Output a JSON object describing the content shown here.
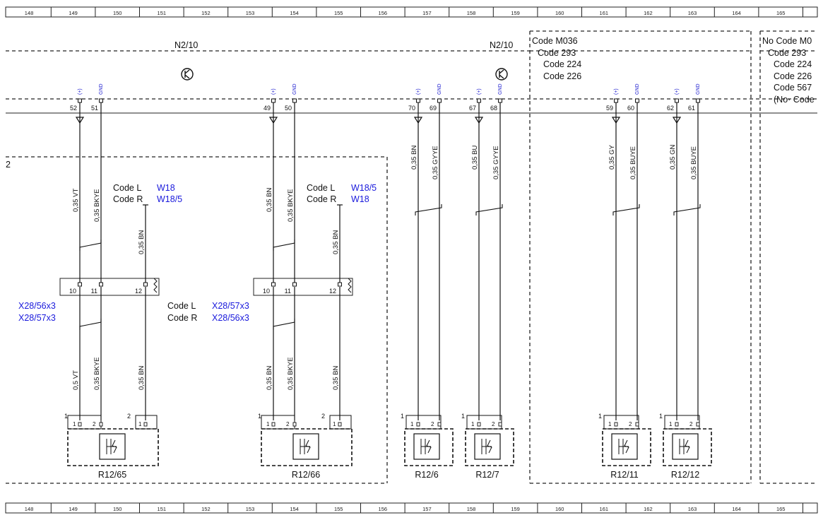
{
  "ruler": [
    "148",
    "149",
    "150",
    "151",
    "152",
    "153",
    "154",
    "155",
    "156",
    "157",
    "158",
    "159",
    "160",
    "161",
    "162",
    "163",
    "164",
    "165"
  ],
  "labels": {
    "n2_10": "N2/10",
    "code_m036": "Code M036",
    "no_code_m0": "No Code M0",
    "code_293": "Code 293",
    "code_224": "Code 224",
    "code_226": "Code 226",
    "code_567": "Code 567",
    "no_code_frag": "(No· Code",
    "code_l": "Code L",
    "code_r": "Code R",
    "w18": "W18",
    "w18_5": "W18/5",
    "x28_56x3": "X28/56x3",
    "x28_57x3": "X28/57x3",
    "frag_2": "2"
  },
  "signals": {
    "plus": "(+)",
    "gnd": "GND"
  },
  "pins": {
    "p52": "52",
    "p51": "51",
    "p49": "49",
    "p50": "50",
    "p70": "70",
    "p69": "69",
    "p67": "67",
    "p68": "68",
    "p59": "59",
    "p60": "60",
    "p62": "62",
    "p61": "61",
    "p10": "10",
    "p11": "11",
    "p12": "12",
    "p1": "1",
    "p2": "2"
  },
  "wires": {
    "vt035": "0,35 VT",
    "vt05": "0,5 VT",
    "bkye035": "0,35 BKYE",
    "bn035": "0,35 BN",
    "gyye035": "0,35 GYYE",
    "bu035": "0,35 BU",
    "gy035": "0,35 GY",
    "buye035": "0,35 BUYE",
    "gn035": "0,35 GN"
  },
  "components": {
    "r12_65": "R12/65",
    "r12_66": "R12/66",
    "r12_6": "R12/6",
    "r12_7": "R12/7",
    "r12_11": "R12/11",
    "r12_12": "R12/12"
  }
}
